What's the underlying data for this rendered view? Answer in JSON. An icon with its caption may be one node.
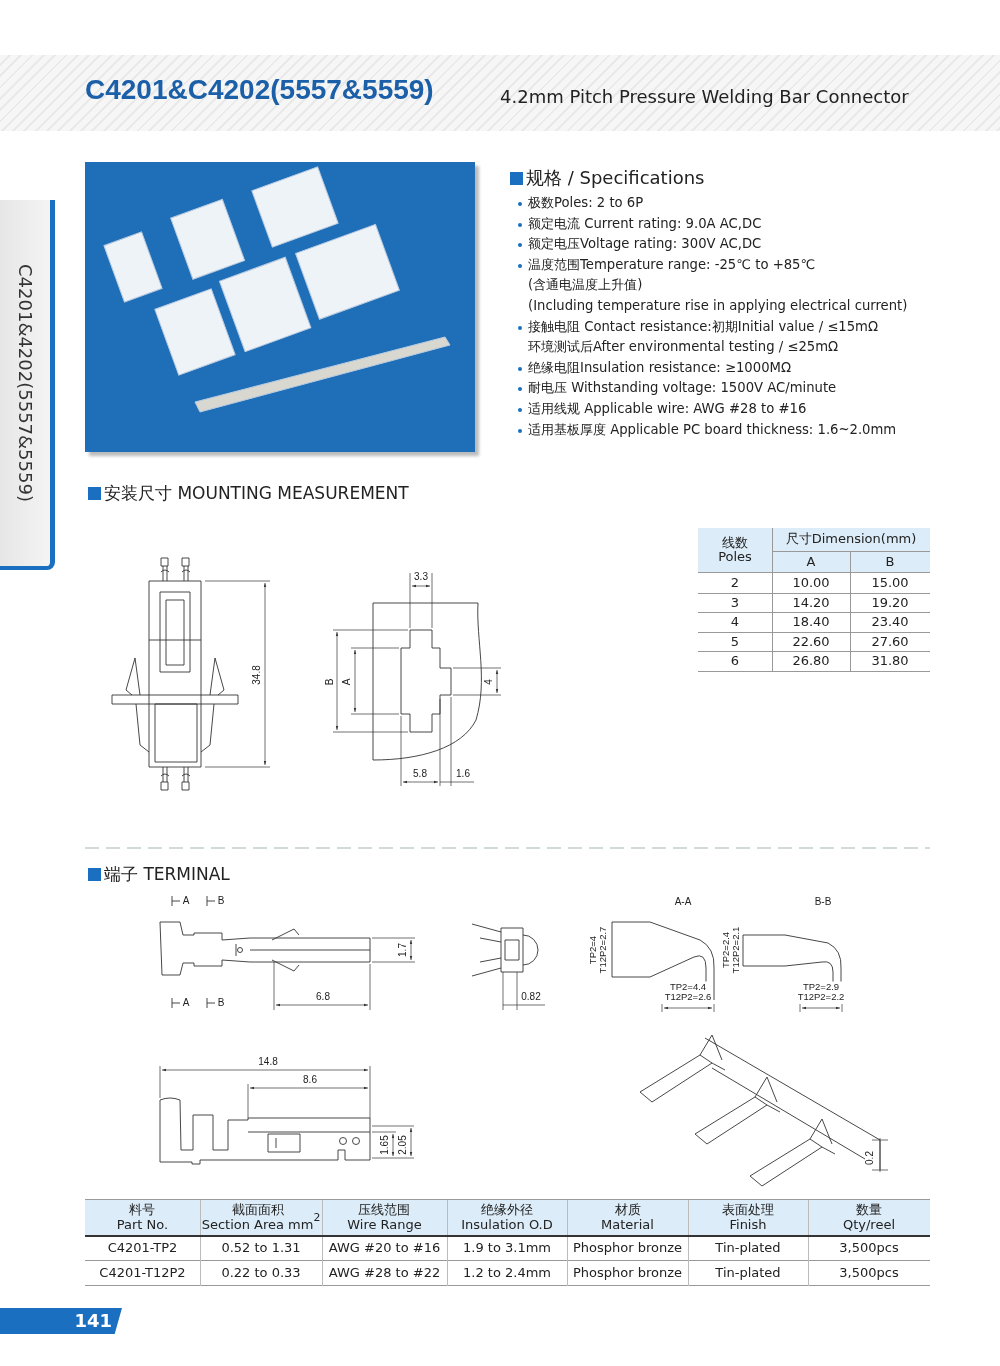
{
  "diagram": {
    "title": "C4201&C4202(5557&5559)",
    "labels": [
      "4.2mm Pitch Pressure Welding Bar Connector",
      "C4201&4202(5557&5559)",
      "规格 / Specifications",
      "极数Poles: 2 to 6P",
      "额定电流 Current rating: 9.0A AC,DC",
      "额定电压Voltage rating: 300V AC,DC",
      "温度范围Temperature range: -25℃ to +85℃",
      "(含通电温度上升值)",
      "(Including temperature rise in applying electrical current)",
      "接触电阻 Contact resistance:初期Initial value / ≤15mΩ",
      "环境测试后After environmental testing / ≤25mΩ",
      "绝缘电阻Insulation resistance: ≥1000MΩ",
      "耐电压 Withstanding voltage: 1500V AC/minute",
      "适用线规 Applicable wire: AWG #28 to #16",
      "适用基板厚度 Applicable PC board thickness: 1.6~2.0mm",
      "安装尺寸 MOUNTING MEASUREMENT",
      "线数 Poles",
      "尺寸Dimension(mm)",
      "A",
      "B",
      "2",
      "10.00",
      "15.00",
      "3",
      "14.20",
      "19.20",
      "4",
      "18.40",
      "23.40",
      "5",
      "22.60",
      "27.60",
      "6",
      "26.80",
      "31.80",
      "34.8",
      "3.3",
      "B",
      "A",
      "4",
      "5.8",
      "1.6",
      "端子 TERMINAL",
      "A",
      "B",
      "A",
      "B",
      "1.7",
      "6.8",
      "0.82",
      "A-A",
      "B-B",
      "TP2=4 T12P2=2.7",
      "TP2=4.4 T12P2=2.6",
      "TP2=2.4 T12P2=2.1",
      "TP2=2.9 T12P2=2.2",
      "14.8",
      "8.6",
      "1.65",
      "2.05",
      "0.2",
      "料号 Part No.",
      "截面面积 Section Area mm$^{2}$",
      "压线范围 Wire Range",
      "绝缘外径 Insulation O.D",
      "材质 Material",
      "表面处理 Finish",
      "数量 Qty/reel",
      "C4201-TP2",
      "0.52 to 1.31",
      "AWG #20 to #16",
      "1.9 to 3.1mm",
      "Phosphor bronze",
      "Tin-plated",
      "3,500pcs",
      "C4201-T12P2",
      "0.22 to 0.33",
      "AWG #28 to #22",
      "1.2 to 2.4mm",
      "Phosphor bronze",
      "Tin-plated",
      "3,500pcs",
      "141"
    ]
  }
}
